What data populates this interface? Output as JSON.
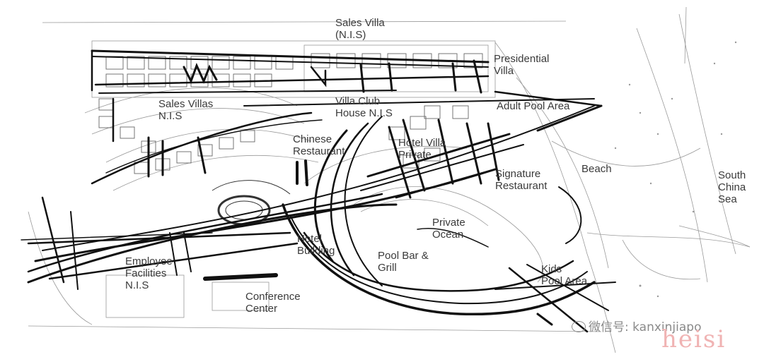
{
  "labels": {
    "sales_villa": [
      "Sales Villa",
      "(N.I.S)"
    ],
    "presidential_villa": [
      "Presidential",
      "Villa"
    ],
    "sales_villas": [
      "Sales Villas",
      "N.I.S"
    ],
    "villa_club_house": [
      "Villa Club",
      "House N.I.S"
    ],
    "adult_pool_area": [
      "Adult Pool Area"
    ],
    "chinese_restaurant": [
      "Chinese",
      "Restaurant"
    ],
    "hotel_villa": [
      "Hotel Villa",
      "Private"
    ],
    "signature_restaurant": [
      "Signature",
      "Restaurant"
    ],
    "beach": [
      "Beach"
    ],
    "south_china_sea": [
      "South",
      "China",
      "Sea"
    ],
    "private_ocean": [
      "Private",
      "Ocean"
    ],
    "employee_facilities": [
      "Employee",
      "Facilities",
      "N.I.S"
    ],
    "hotel_building": [
      "Hotel",
      "Building"
    ],
    "pool_bar_grill": [
      "Pool Bar &",
      "Grill"
    ],
    "conference_center": [
      "Conference",
      "Center"
    ],
    "kids_pool_area": [
      "Kids",
      "Pool Area"
    ]
  },
  "watermark": {
    "wechat_text": "微信号: kanxinjiapo",
    "overlay_text": "heisi"
  }
}
